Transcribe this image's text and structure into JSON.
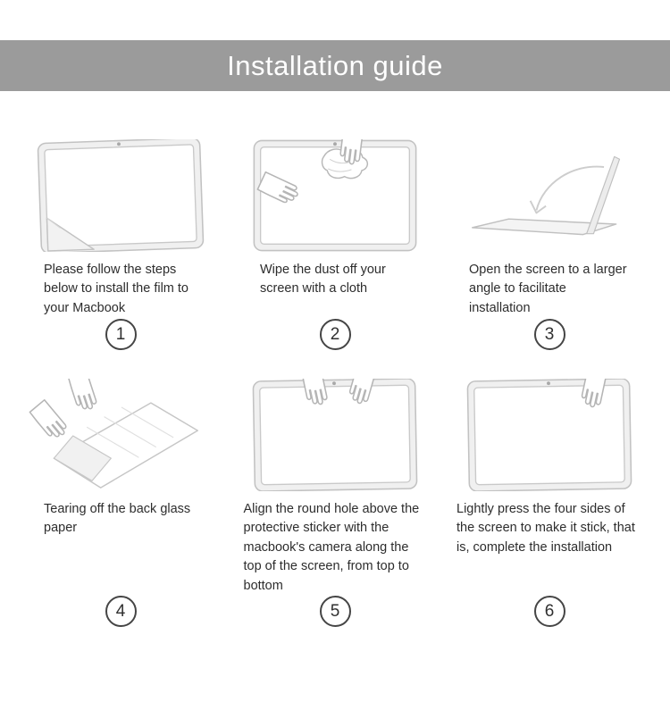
{
  "header": {
    "title": "Installation guide"
  },
  "steps": [
    {
      "number": "1",
      "text": "Please follow the steps below to install the film to your Macbook",
      "illustration": "macbook-screen-with-peeled-film-corner"
    },
    {
      "number": "2",
      "text": "Wipe the dust off your screen with a cloth",
      "illustration": "hands-wiping-screen-with-cloth"
    },
    {
      "number": "3",
      "text": "Open the screen to a larger angle to facilitate installation",
      "illustration": "laptop-opened-to-wide-angle-with-arrow"
    },
    {
      "number": "4",
      "text": "Tearing off the back glass paper",
      "illustration": "hands-tearing-off-backing-paper"
    },
    {
      "number": "5",
      "text": "Align the round hole above the protective sticker with the macbook's camera along the top of the screen, from top to bottom",
      "illustration": "hands-aligning-film-with-camera"
    },
    {
      "number": "6",
      "text": "Lightly press the four sides of the screen to make it stick, that is, complete the installation",
      "illustration": "hand-pressing-screen-edges"
    }
  ],
  "colors": {
    "header_background": "#9b9b9b",
    "header_text": "#ffffff",
    "body_background": "#ffffff",
    "caption_text": "#2d2d2d",
    "illustration_line": "#c2c2c2"
  }
}
